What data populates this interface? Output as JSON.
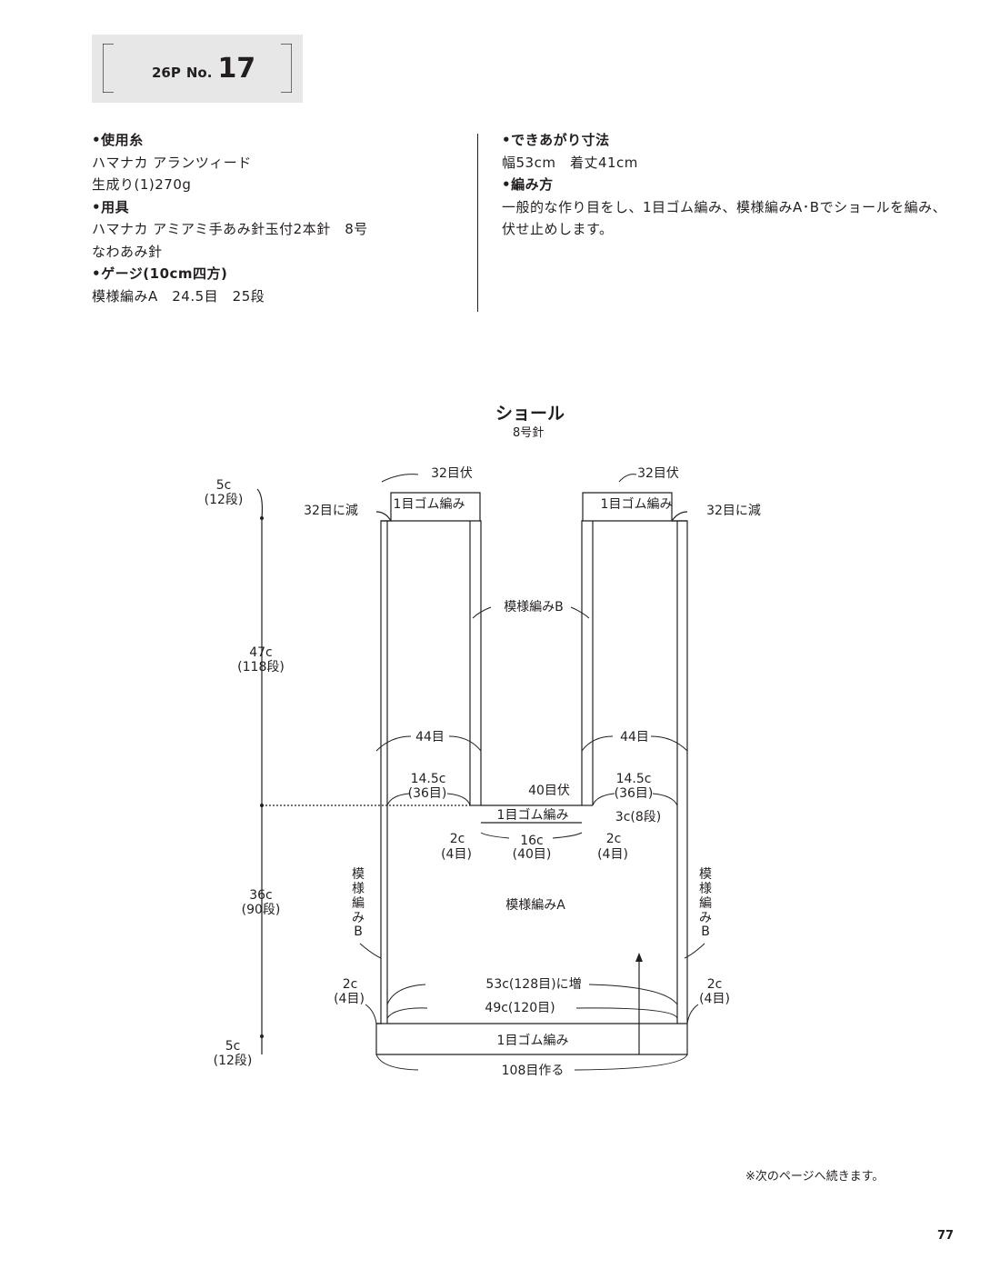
{
  "header": {
    "page_ref": "26P",
    "no_label": "No.",
    "number": "17"
  },
  "left_column": {
    "yarn_heading": "•使用糸",
    "yarn_name": "ハマナカ アランツィード",
    "yarn_color": "生成り(1)270g",
    "tools_heading": "•用具",
    "tools_1": "ハマナカ アミアミ手あみ針玉付2本針　8号",
    "tools_2": "なわあみ針",
    "gauge_heading": "•ゲージ(10cm四方)",
    "gauge_value": "模様編みA　24.5目　25段"
  },
  "right_column": {
    "size_heading": "•できあがり寸法",
    "size_value": "幅53cm　着丈41cm",
    "method_heading": "•編み方",
    "method_1": "一般的な作り目をし、1目ゴム編み、模様編みA･Bでショールを編み、",
    "method_2": "伏せ止めします。"
  },
  "diagram": {
    "title": "ショール",
    "needle": "8号針",
    "left_top": {
      "bind_off": "32目伏",
      "rib": "1目ゴム編み",
      "decrease": "32目に減"
    },
    "right_top": {
      "bind_off": "32目伏",
      "rib": "1目ゴム編み",
      "decrease": "32目に減"
    },
    "pattern_b_center": "模様編みB",
    "left_strap_sts": "44目",
    "right_strap_sts": "44目",
    "left_inner_w": "14.5c",
    "left_inner_sts": "(36目)",
    "right_inner_w": "14.5c",
    "right_inner_sts": "(36目)",
    "center_bind_off": "40目伏",
    "center_rib": "1目ゴム編み",
    "center_rib_h": "3c(8段)",
    "left_edge_w": "2c",
    "left_edge_sts": "(4目)",
    "center_w": "16c",
    "center_sts": "(40目)",
    "right_edge_w": "2c",
    "right_edge_sts": "(4目)",
    "pattern_a": "模様編みA",
    "side_pattern_b_left": [
      "模",
      "様",
      "編",
      "み",
      "B"
    ],
    "side_pattern_b_right": [
      "模",
      "様",
      "編",
      "み",
      "B"
    ],
    "increase": "53c(128目)に増",
    "body_width": "49c(120目)",
    "bottom_left_w": "2c",
    "bottom_left_sts": "(4目)",
    "bottom_right_w": "2c",
    "bottom_right_sts": "(4目)",
    "bottom_rib": "1目ゴム編み",
    "cast_on": "108目作る",
    "dim_top": {
      "cm": "5c",
      "rows": "(12段)"
    },
    "dim_strap": {
      "cm": "47c",
      "rows": "(118段)"
    },
    "dim_body": {
      "cm": "36c",
      "rows": "(90段)"
    },
    "dim_bottom": {
      "cm": "5c",
      "rows": "(12段)"
    }
  },
  "footer": {
    "continued": "※次のページへ続きます。",
    "page_number": "77"
  }
}
